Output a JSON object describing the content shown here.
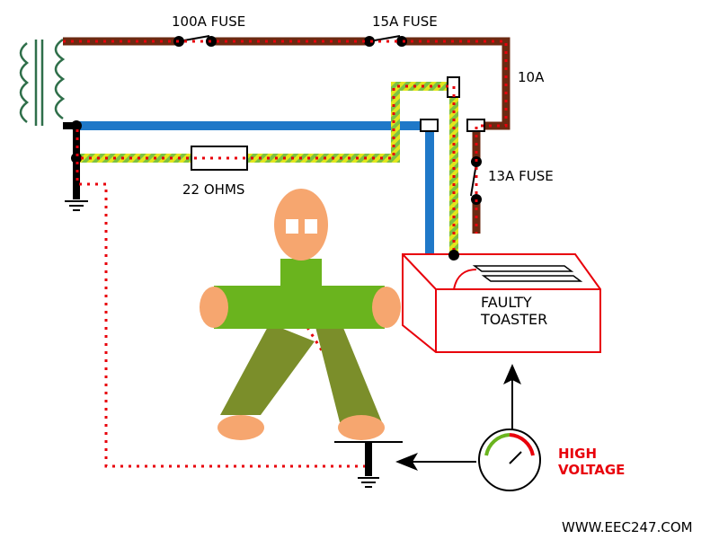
{
  "labels": {
    "fuse_100a": "100A FUSE",
    "fuse_15a": "15A FUSE",
    "rating_10a": "10A",
    "fuse_13a": "13A FUSE",
    "resistor": "22 OHMS",
    "toaster_line1": "FAULTY",
    "toaster_line2": "TOASTER",
    "high_voltage_line1": "HIGH",
    "high_voltage_line2": "VOLTAGE",
    "website": "WWW.EEC247.COM"
  },
  "colors": {
    "live": "#6b2a12",
    "neutral": "#1f78c8",
    "earth_green": "#7dc242",
    "earth_yellow": "#e2e61c",
    "fault_path": "#e8000b",
    "skin": "#f6a66f",
    "shirt": "#6ab41e",
    "trousers": "#7b8e2a",
    "high_voltage": "#e8000b"
  }
}
